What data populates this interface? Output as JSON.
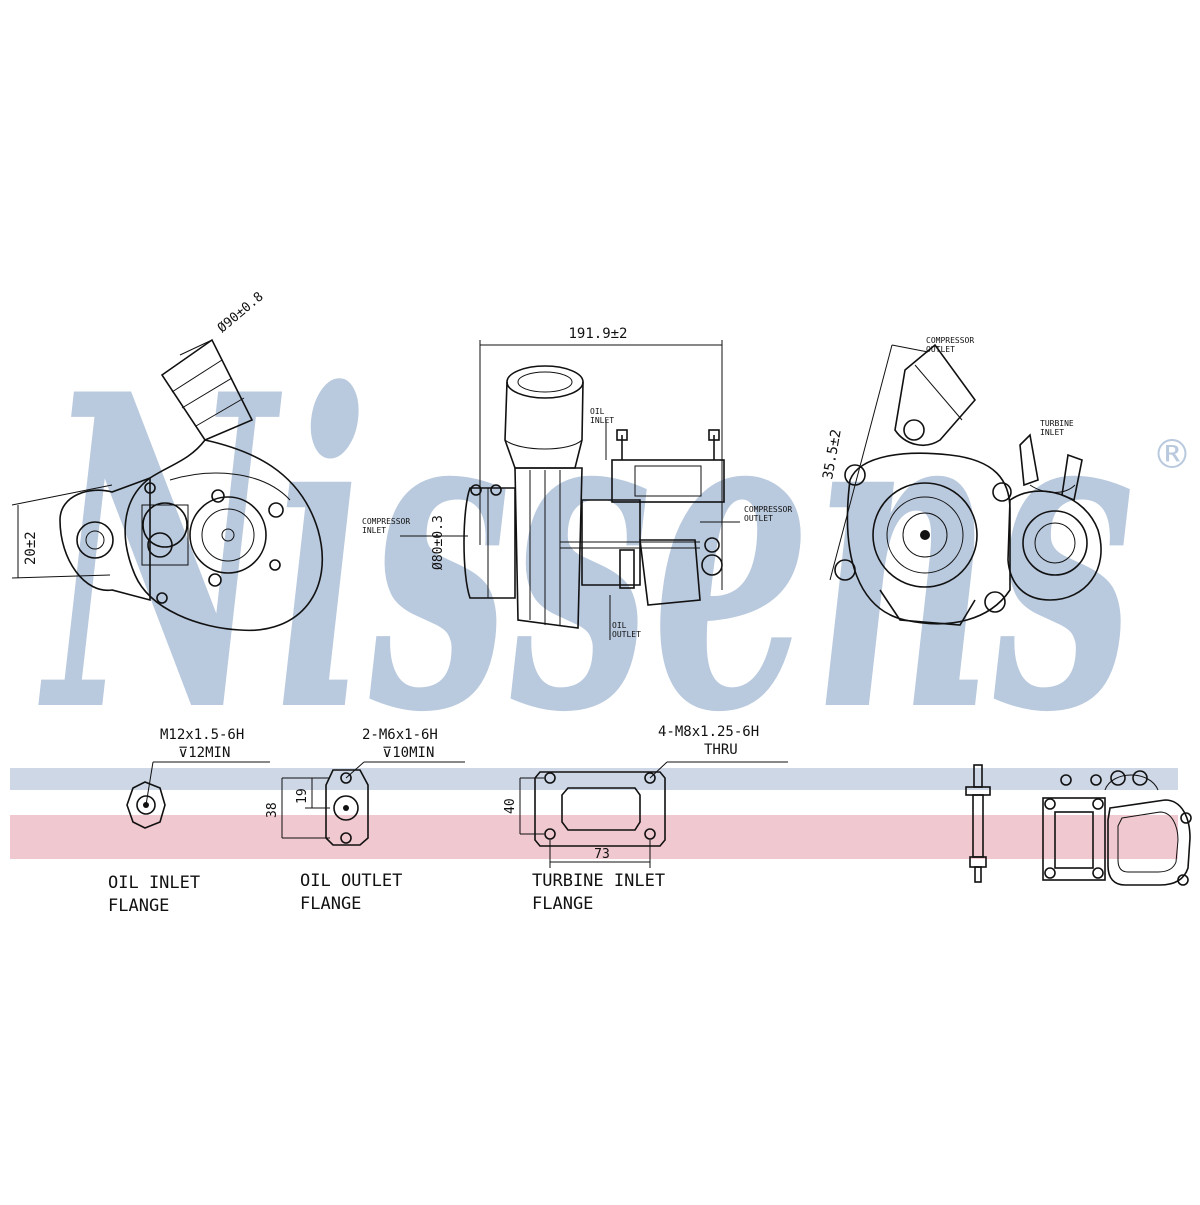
{
  "brand": {
    "watermark": "Nissens",
    "registered_mark": "®",
    "watermark_color": "#b9c9de",
    "stripe_blue": "#cdd7e6",
    "stripe_red": "#f0c8cf"
  },
  "dimensions": {
    "outlet_diameter": "Ø90±0.8",
    "left_height": "20±2",
    "overall_width": "191.9±2",
    "inlet_diameter": "Ø80±0.3",
    "right_angle": "35.5±2",
    "oil_outlet_h1": "38",
    "oil_outlet_h2": "19",
    "turbine_h": "40",
    "turbine_w": "73"
  },
  "callouts": {
    "compressor_inlet": [
      "COMPRESSOR",
      "INLET"
    ],
    "compressor_outlet_mid": [
      "COMPRESSOR",
      "OUTLET"
    ],
    "compressor_outlet_right": [
      "COMPRESSOR",
      "OUTLET"
    ],
    "turbine_inlet": [
      "TURBINE",
      "INLET"
    ],
    "oil_inlet_small": [
      "OIL",
      "INLET"
    ],
    "oil_outlet_small": [
      "OIL",
      "OUTLET"
    ]
  },
  "flanges": {
    "oil_inlet": {
      "thread": "M12x1.5-6H",
      "depth": "⊽12MIN",
      "label": [
        "OIL  INLET",
        "FLANGE"
      ]
    },
    "oil_outlet": {
      "thread": "2-M6x1-6H",
      "depth": "⊽10MIN",
      "label": [
        "OIL  OUTLET",
        "FLANGE"
      ]
    },
    "turbine_inlet": {
      "thread": "4-M8x1.25-6H",
      "depth": "THRU",
      "label": [
        "TURBINE  INLET",
        "FLANGE"
      ]
    }
  }
}
